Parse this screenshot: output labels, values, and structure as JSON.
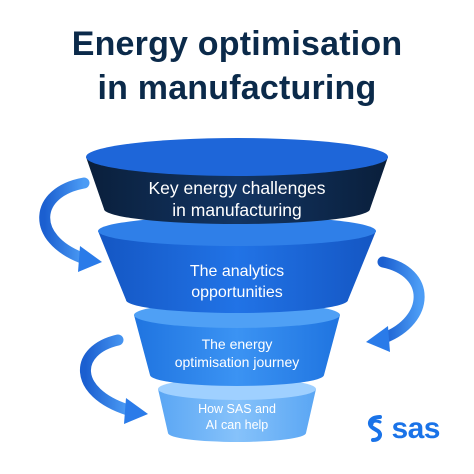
{
  "title": {
    "line1": "Energy optimisation",
    "line2": "in manufacturing"
  },
  "funnel": {
    "tiers": [
      {
        "line1": "Key energy challenges",
        "line2": "in manufacturing",
        "color": "#0d2747"
      },
      {
        "line1": "The analytics",
        "line2": "opportunities",
        "color": "#1c66d6"
      },
      {
        "line1": "The energy",
        "line2": "optimisation journey",
        "color": "#2b84ee"
      },
      {
        "line1": "How SAS and",
        "line2": "AI can help",
        "color": "#6eb4f7"
      }
    ],
    "arrow_color": "#2a7be9"
  },
  "logo": {
    "text": "sas",
    "icon": "sas-logo-mark-icon",
    "color": "#1a73e8"
  }
}
